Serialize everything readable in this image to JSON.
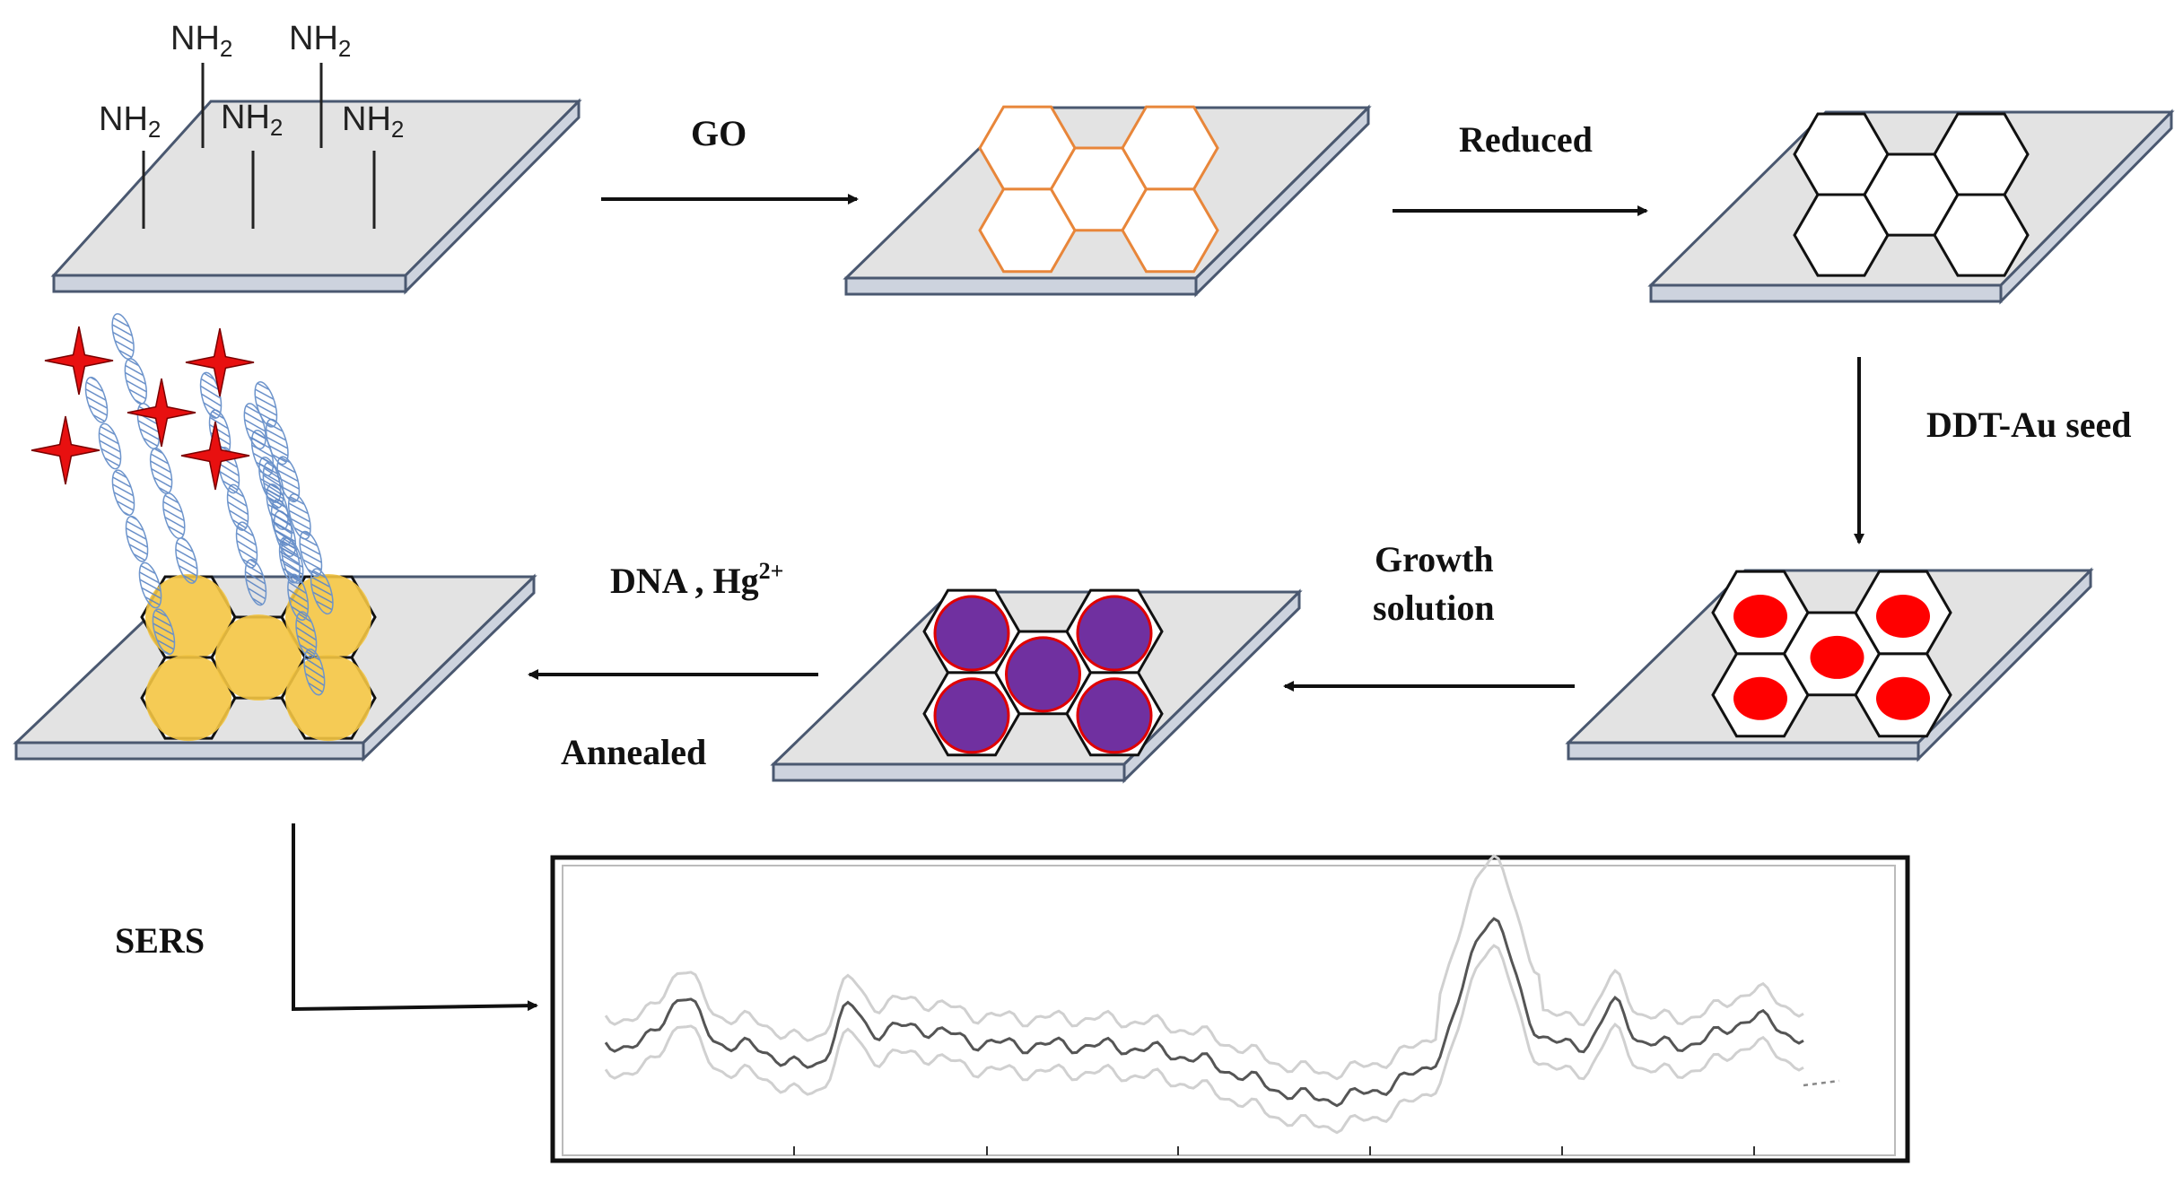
{
  "steps": {
    "go": "GO",
    "reduced": "Reduced",
    "seed": "DDT-Au seed",
    "growth_line1": "Growth",
    "growth_line2": "solution",
    "dna": "DNA , Hg",
    "dna_sup": "2+",
    "annealed": "Annealed",
    "sers": "SERS"
  },
  "amine": {
    "base": "NH",
    "sub": "2"
  },
  "colors": {
    "plate_top": "#e3e3e3",
    "plate_side": "#cdd3de",
    "plate_edge": "#4a5870",
    "go_lattice": "#e8863a",
    "rgo_lattice": "#111111",
    "seed": "#ff0000",
    "grown_np": "#7030a0",
    "grown_rim": "#e00000",
    "annealed_np": "#f4c542",
    "dna": "#8fb0d8",
    "reporter": "#e81010",
    "spectrum_mean": "#555555",
    "spectrum_band": "#c9c9c9"
  }
}
